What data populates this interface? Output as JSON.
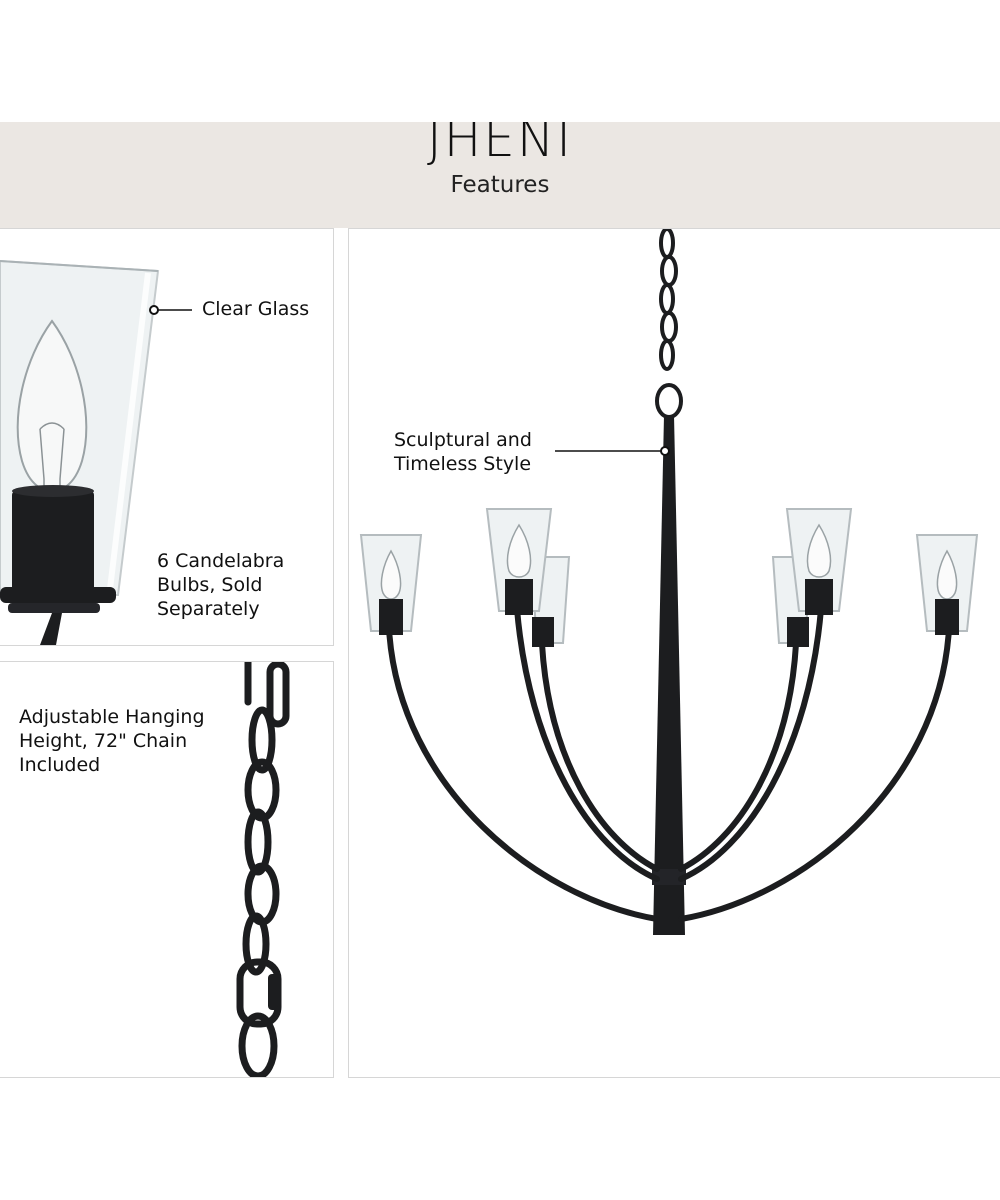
{
  "header": {
    "brand": "JHENI",
    "subtitle": "Features"
  },
  "callouts": {
    "clear_glass": "Clear Glass",
    "bulbs": [
      "6 Candelabra",
      "Bulbs, Sold",
      "Separately"
    ],
    "chain": [
      "Adjustable Hanging",
      "Height, 72\" Chain",
      "Included"
    ],
    "style": [
      "Sculptural and",
      "Timeless Style"
    ]
  },
  "colors": {
    "banner": "#ebe7e3",
    "metal": "#1c1d1f",
    "glass": "#eef2f3"
  }
}
